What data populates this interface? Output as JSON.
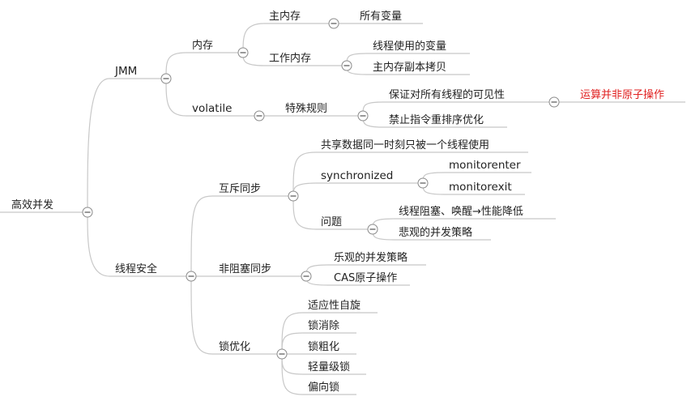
{
  "mindmap": {
    "root": {
      "label": "高效并发"
    },
    "jmm": {
      "label": "JMM",
      "memory": {
        "label": "内存",
        "main_memory": {
          "label": "主内存",
          "children": [
            "所有变量"
          ]
        },
        "working_memory": {
          "label": "工作内存",
          "children": [
            "线程使用的变量",
            "主内存副本拷贝"
          ]
        }
      },
      "volatile": {
        "label": "volatile",
        "special_rules": {
          "label": "特殊规则",
          "visibility": {
            "label": "保证对所有线程的可见性",
            "note": "运算并非原子操作"
          },
          "reorder": {
            "label": "禁止指令重排序优化"
          }
        }
      }
    },
    "thread_safety": {
      "label": "线程安全",
      "mutex_sync": {
        "label": "互斥同步",
        "shared_data": {
          "label": "共享数据同一时刻只被一个线程使用"
        },
        "synchronized": {
          "label": "synchronized",
          "children": [
            "monitorenter",
            "monitorexit"
          ]
        },
        "problem": {
          "label": "问题",
          "children": [
            "线程阻塞、唤醒→性能降低",
            "悲观的并发策略"
          ]
        }
      },
      "non_blocking_sync": {
        "label": "非阻塞同步",
        "children": [
          "乐观的并发策略",
          "CAS原子操作"
        ]
      },
      "lock_optimization": {
        "label": "锁优化",
        "children": [
          "适应性自旋",
          "锁消除",
          "锁粗化",
          "轻量级锁",
          "偏向锁"
        ]
      }
    },
    "colors": {
      "link": "#c8c8c8",
      "text": "#222222",
      "highlight": "#e02020"
    }
  }
}
